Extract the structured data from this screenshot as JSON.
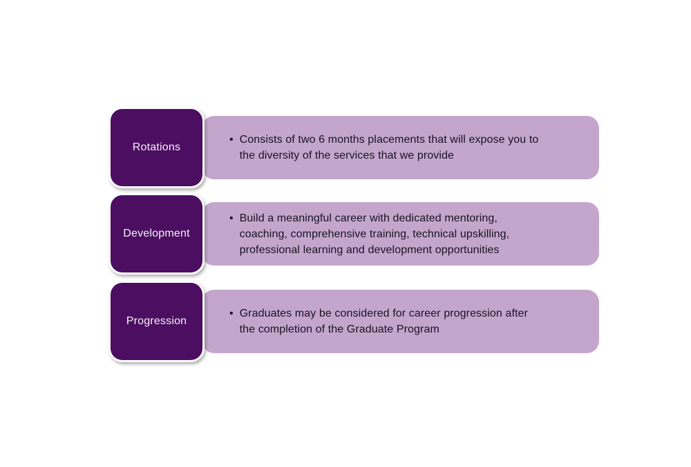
{
  "colors": {
    "dark_purple": "#4b0e60",
    "light_purple": "#c4a6cd",
    "stage_label_text": "#f7f2fa",
    "bullet_text": "#171120",
    "background": "#ffffff"
  },
  "bullet_char": "•",
  "rows": [
    {
      "label": "Rotations",
      "text": "Consists of two 6 months placements that will expose you to the diversity of the services that we provide"
    },
    {
      "label": "Development",
      "text": "Build a meaningful career with dedicated mentoring, coaching, comprehensive training, technical upskilling, professional learning and development opportunities"
    },
    {
      "label": "Progression",
      "text": "Graduates may be considered for career progression after the completion of the Graduate Program"
    }
  ]
}
